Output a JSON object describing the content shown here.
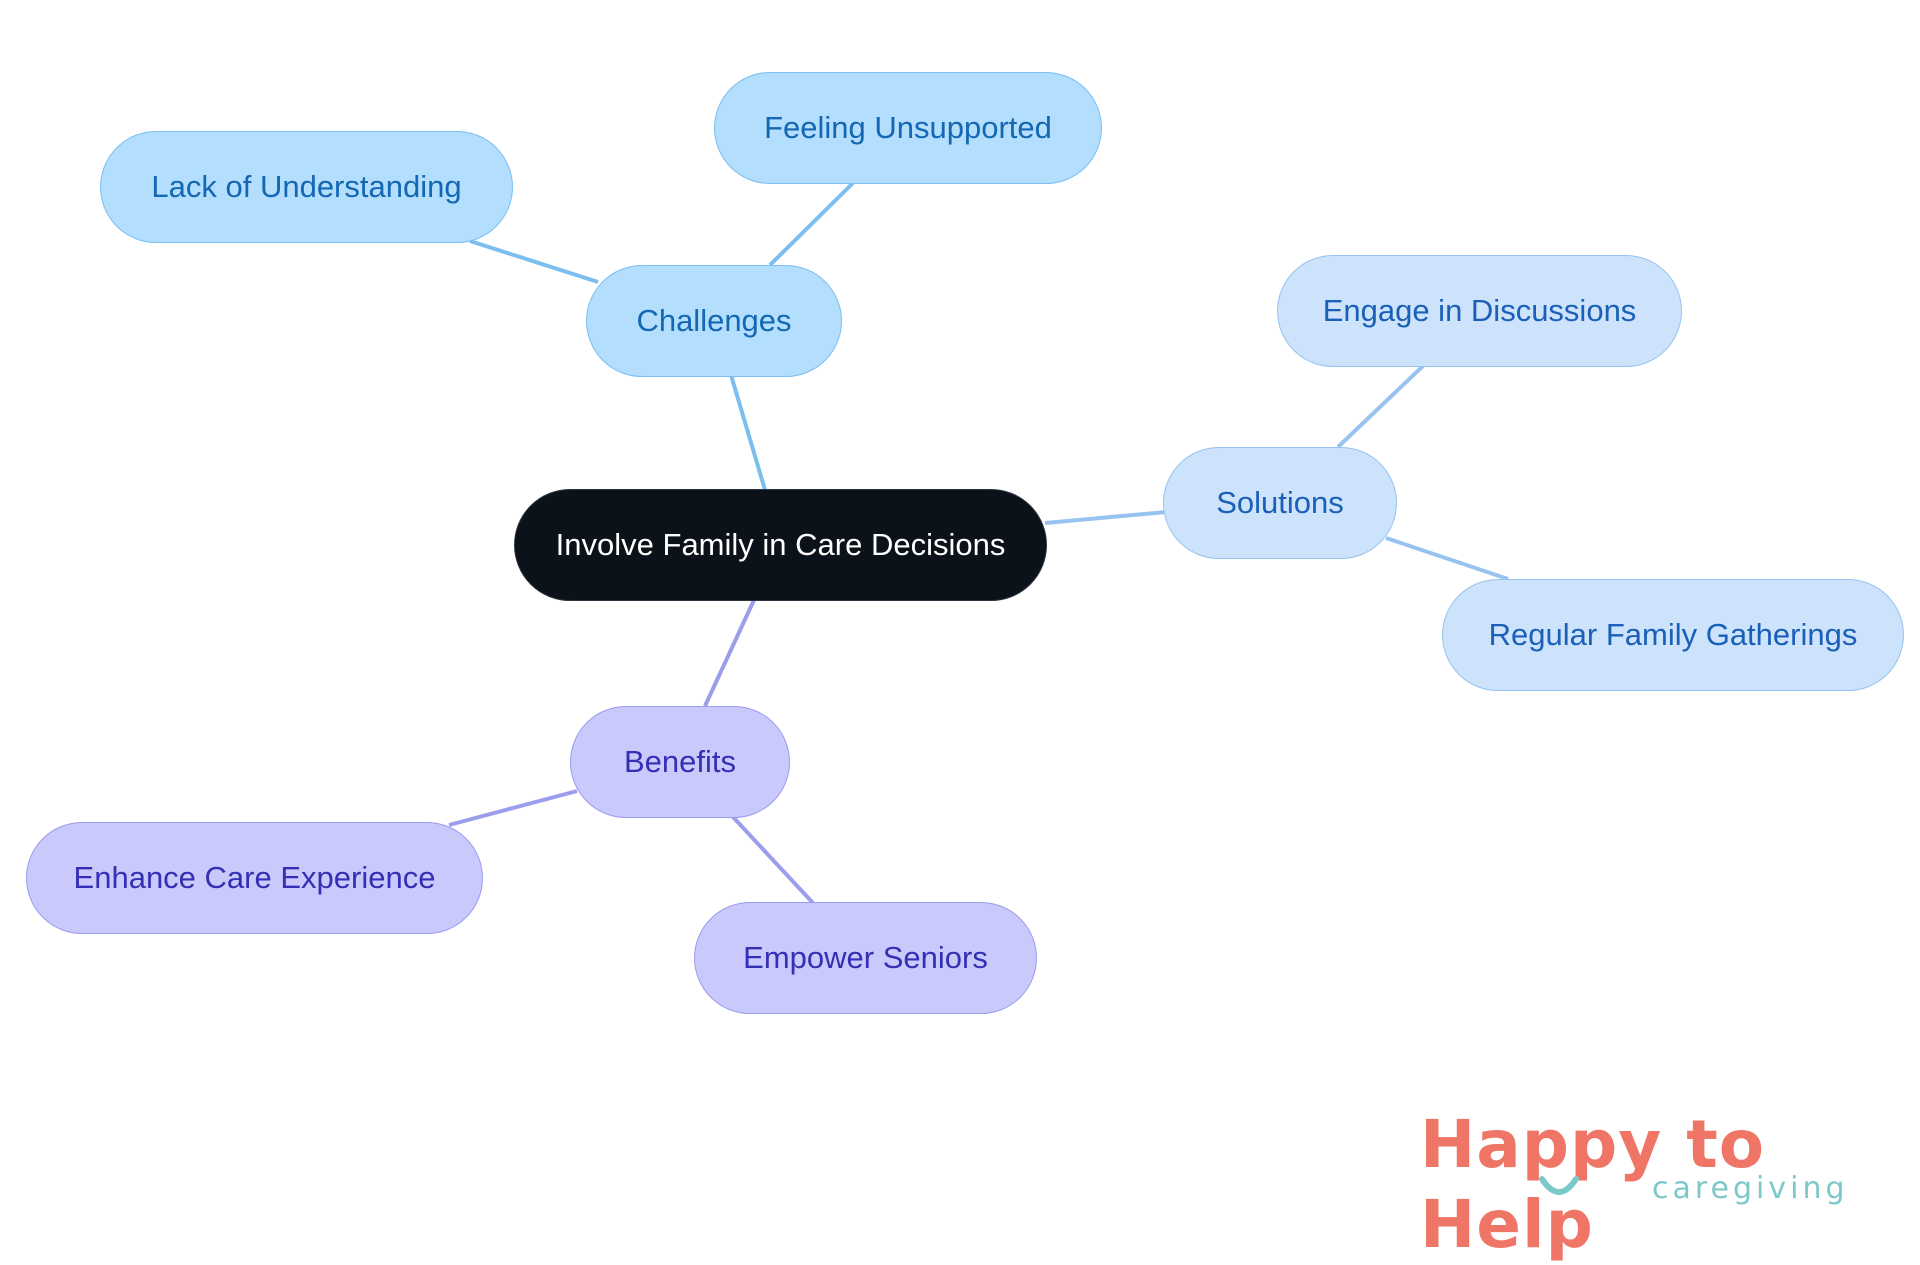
{
  "diagram": {
    "central": {
      "label": "Involve Family in Care Decisions"
    },
    "branches": [
      {
        "id": "challenges",
        "label": "Challenges",
        "color": "#7cbef0",
        "children": [
          "Feeling Unsupported",
          "Lack of Understanding"
        ]
      },
      {
        "id": "solutions",
        "label": "Solutions",
        "color": "#98c3f0",
        "children": [
          "Engage in Discussions",
          "Regular Family Gatherings"
        ]
      },
      {
        "id": "benefits",
        "label": "Benefits",
        "color": "#9b9ded",
        "children": [
          "Enhance Care Experience",
          "Empower Seniors"
        ]
      }
    ]
  },
  "logo": {
    "text": "Happy to Help",
    "subtext": "caregiving",
    "colors": {
      "primary": "#ef7667",
      "accent": "#7dc9c9"
    }
  }
}
